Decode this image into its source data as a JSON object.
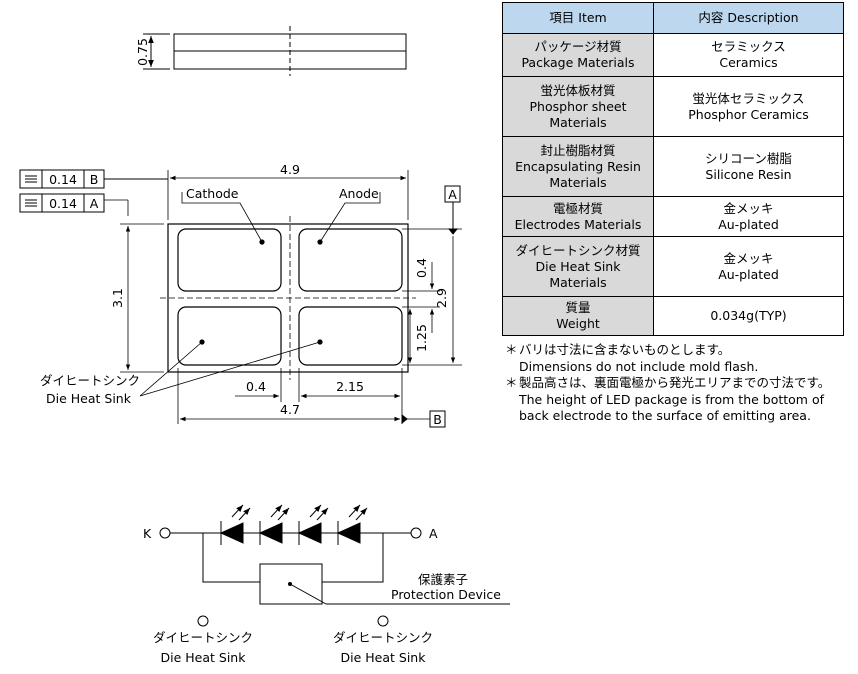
{
  "table": {
    "header": {
      "item": "項目 Item",
      "description": "内容 Description"
    },
    "rows": [
      {
        "item": [
          "パッケージ材質",
          "Package Materials"
        ],
        "desc": [
          "セラミックス",
          "Ceramics"
        ]
      },
      {
        "item": [
          "蛍光体板材質",
          "Phosphor sheet",
          "Materials"
        ],
        "desc": [
          "蛍光体セラミックス",
          "Phosphor Ceramics"
        ]
      },
      {
        "item": [
          "封止樹脂材質",
          "Encapsulating Resin",
          "Materials"
        ],
        "desc": [
          "シリコーン樹脂",
          "Silicone Resin"
        ]
      },
      {
        "item": [
          "電極材質",
          "Electrodes Materials"
        ],
        "desc": [
          "金メッキ",
          "Au-plated"
        ]
      },
      {
        "item": [
          "ダイヒートシンク材質",
          "Die Heat Sink",
          "Materials"
        ],
        "desc": [
          "金メッキ",
          "Au-plated"
        ]
      },
      {
        "item": [
          "質量",
          "Weight"
        ],
        "desc": [
          "0.034g(TYP)"
        ]
      }
    ]
  },
  "notes": [
    {
      "mark": "＊",
      "lines": [
        "バリは寸法に含まないものとします。",
        "Dimensions do not include mold flash."
      ]
    },
    {
      "mark": "＊",
      "lines": [
        "製品高さは、裏面電極から発光エリアまでの寸法です。",
        "The height of LED package is from the bottom of",
        "back electrode to the surface of emitting area."
      ]
    }
  ],
  "drawing": {
    "thickness": "0.75",
    "width_top": "4.9",
    "width_bottom": "4.7",
    "height_left": "3.1",
    "height_right": "2.9",
    "gap_vertical": "0.4",
    "pad_height": "1.25",
    "gap_horizontal": "0.4",
    "pad_width": "2.15",
    "cathode": "Cathode",
    "anode": "Anode",
    "tolerance_b": {
      "value": "0.14",
      "datum": "B"
    },
    "tolerance_a": {
      "value": "0.14",
      "datum": "A"
    },
    "datum_a": "A",
    "datum_b": "B",
    "heat_sink_jp": "ダイヒートシンク",
    "heat_sink_en": "Die Heat Sink"
  },
  "circuit": {
    "k": "K",
    "a": "A",
    "protection_jp": "保護素子",
    "protection_en": "Protection Device",
    "sink_jp": "ダイヒートシンク",
    "sink_en": "Die Heat Sink"
  }
}
